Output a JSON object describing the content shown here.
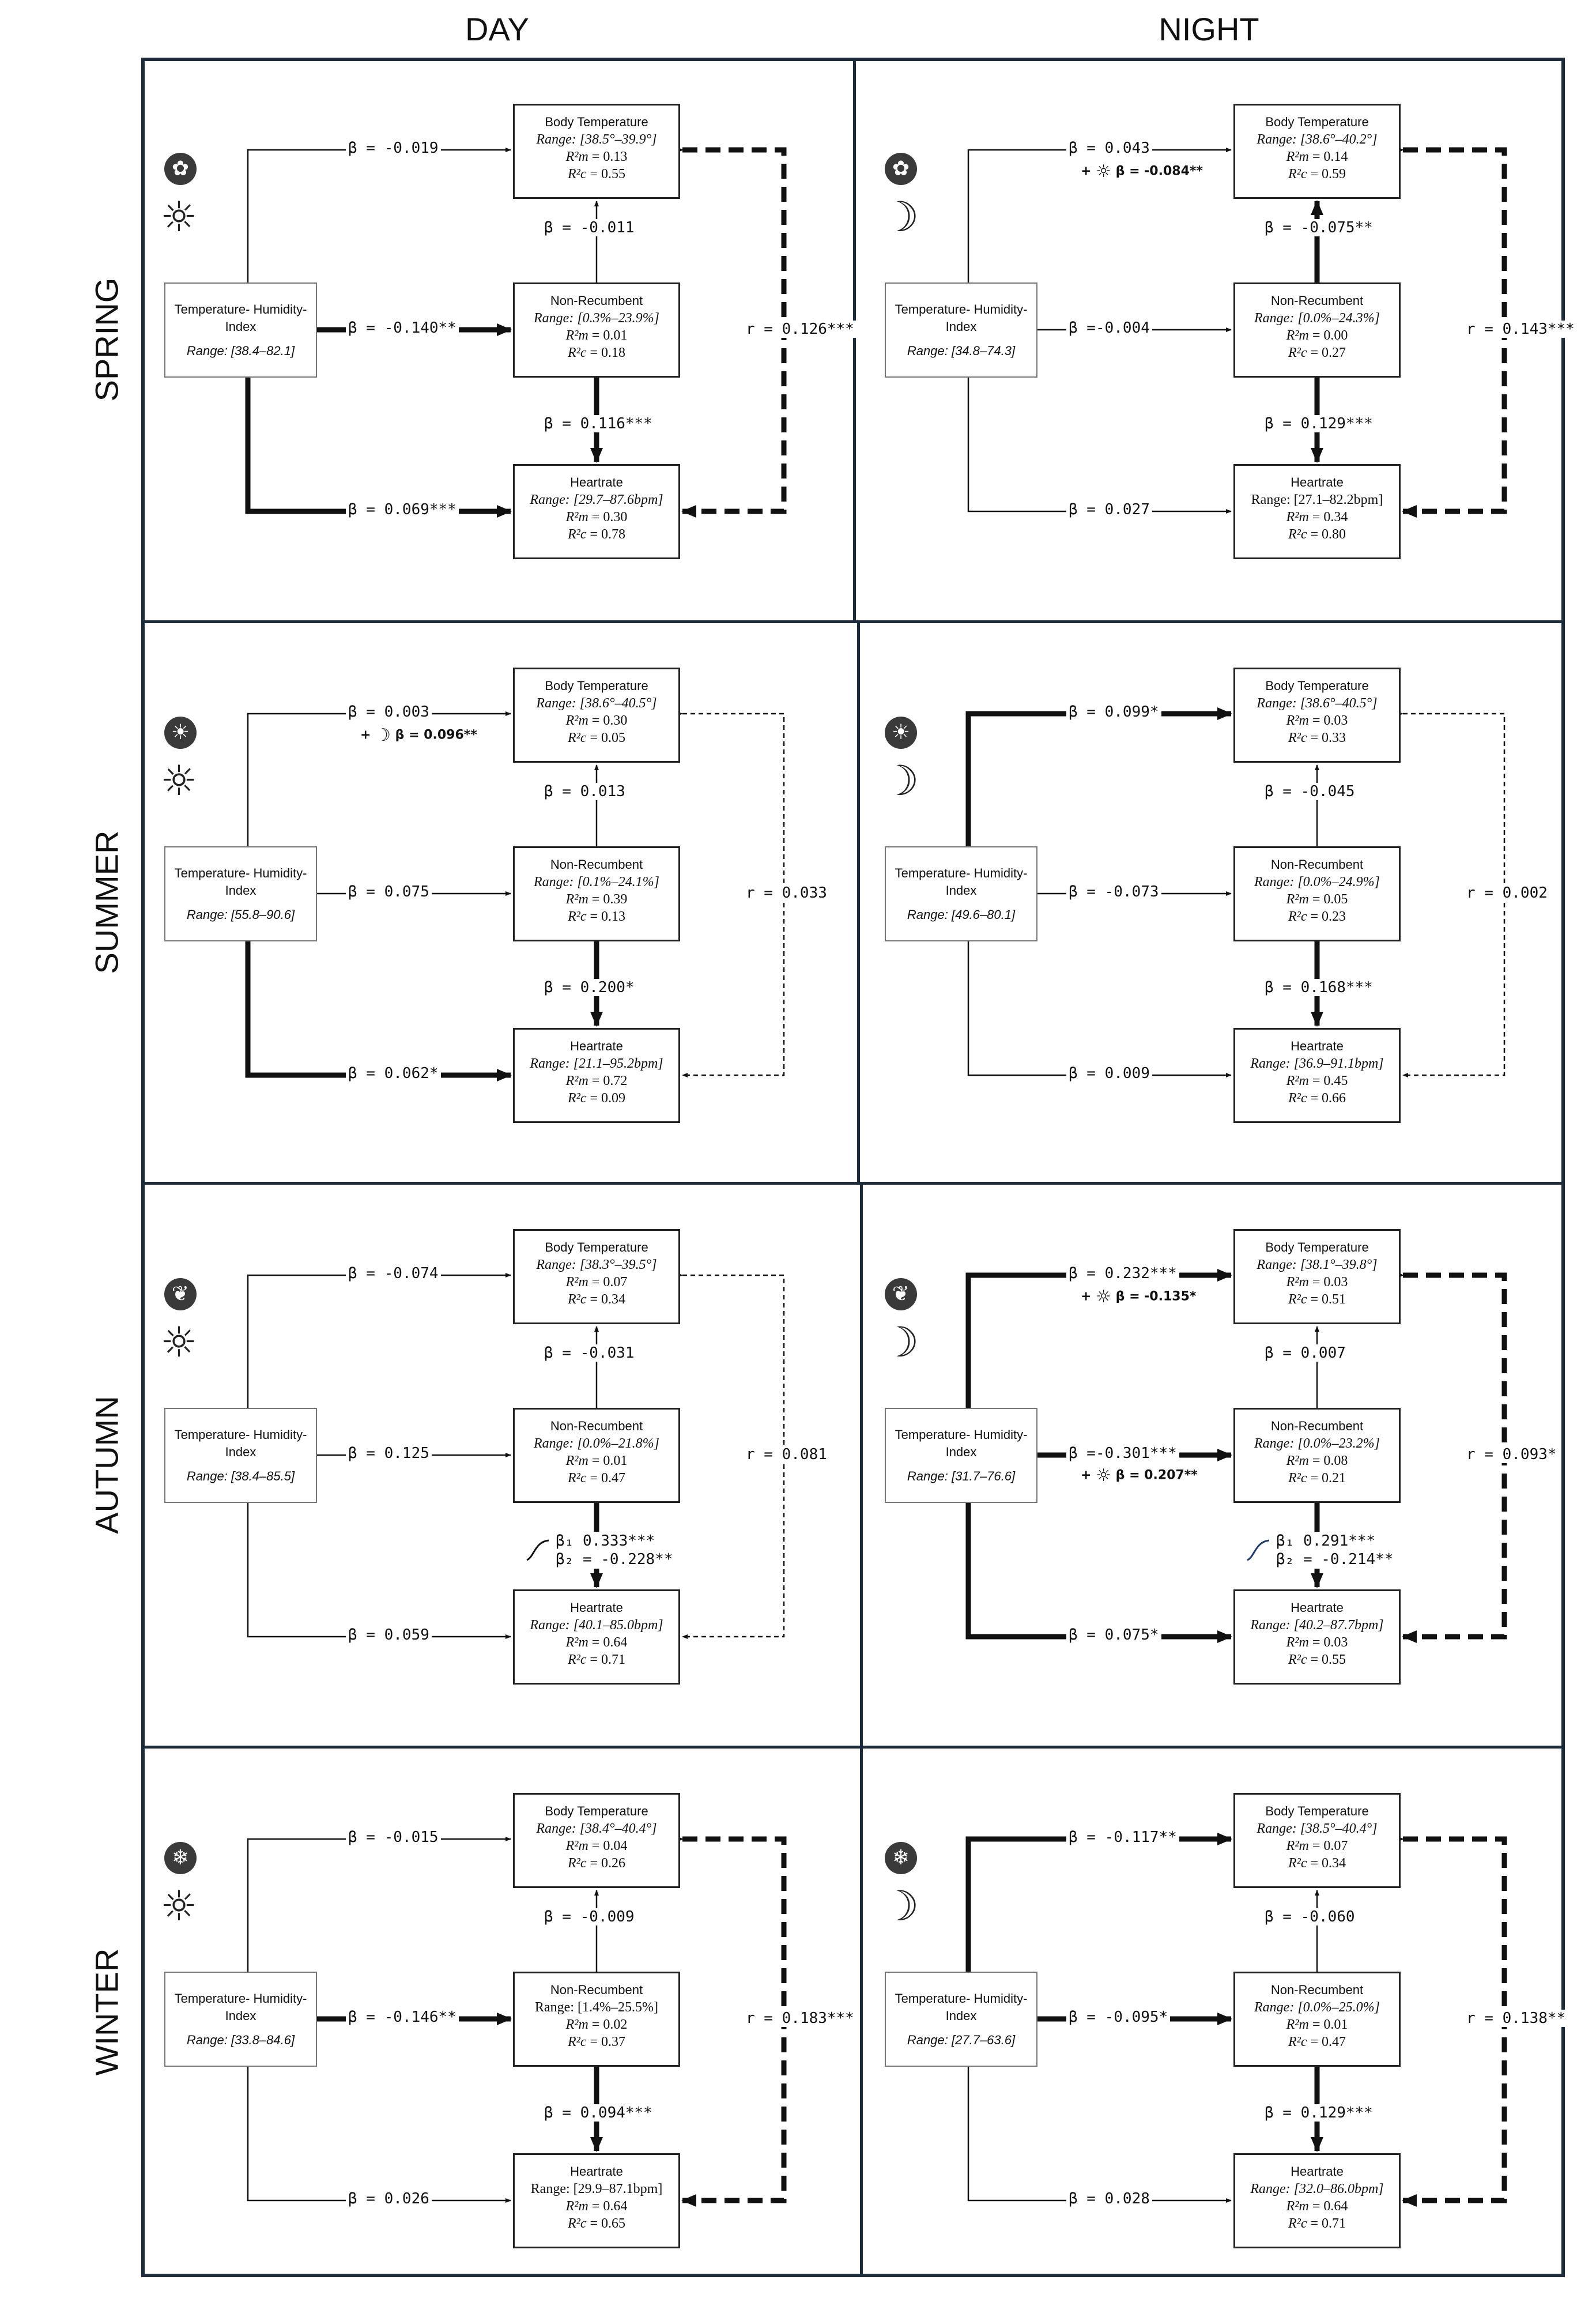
{
  "columns": {
    "day": "DAY",
    "night": "NIGHT"
  },
  "node_labels": {
    "body_temp": "Body Temperature",
    "non_recumbent": "Non-Recumbent",
    "heartrate": "Heartrate",
    "thi_line1": "Temperature- Humidity-",
    "thi_line2": "Index"
  },
  "stat_labels": {
    "rm": "R²m",
    "rc": "R²c"
  },
  "panels": [
    {
      "season": "SPRING",
      "time": "day",
      "season_icon": "flower-icon",
      "time_icon": "sun-icon",
      "thi_range": "Range: [38.4–82.1]",
      "bt": {
        "range": "Range: [38.5°–39.9°]",
        "rm": "= 0.13",
        "rc": "= 0.55"
      },
      "nr": {
        "range": "Range: [0.3%–23.9%]",
        "rm": "= 0.01",
        "rc": "= 0.18"
      },
      "hr": {
        "range": "Range: [29.7–87.6bpm]",
        "rm": "= 0.30",
        "rc": "= 0.78"
      },
      "thi_bt": "β = -0.019",
      "thi_nr": "β = -0.140**",
      "thi_hr": "β = 0.069***",
      "nr_bt": "β = -0.011",
      "nr_hr": "β = 0.116***",
      "r": "r = 0.126***",
      "w": {
        "thi_bt": 1,
        "thi_nr": 3,
        "thi_hr": 3,
        "nr_bt": 1,
        "nr_hr": 3,
        "r": 3
      }
    },
    {
      "season": "SPRING",
      "time": "night",
      "season_icon": "flower-icon",
      "time_icon": "moon-icon",
      "thi_range": "Range: [34.8–74.3]",
      "bt": {
        "range": "Range: [38.6°–40.2°]",
        "rm": "= 0.14",
        "rc": "= 0.59"
      },
      "nr": {
        "range": "Range: [0.0%–24.3%]",
        "rm": "= 0.00",
        "rc": "= 0.27"
      },
      "hr": {
        "range": "Range: [27.1–82.2bpm]",
        "plain": true,
        "rm": "= 0.34",
        "rc": "= 0.80"
      },
      "thi_bt": "β = 0.043",
      "thi_bt_int": "β = -0.084**",
      "thi_bt_int_icon": "☼",
      "thi_nr": "β =-0.004",
      "thi_hr": "β = 0.027",
      "nr_bt": "β = -0.075**",
      "nr_hr": "β = 0.129***",
      "r": "r = 0.143***",
      "w": {
        "thi_bt": 1,
        "thi_nr": 1,
        "thi_hr": 1,
        "nr_bt": 3,
        "nr_hr": 3,
        "r": 3
      }
    },
    {
      "season": "SUMMER",
      "time": "day",
      "season_icon": "sun-badge-icon",
      "time_icon": "sun-icon",
      "thi_range": "Range: [55.8–90.6]",
      "bt": {
        "range": "Range: [38.6°–40.5°]",
        "rm": "= 0.30",
        "rc": "= 0.05"
      },
      "nr": {
        "range": "Range: [0.1%–24.1%]",
        "rm": "= 0.39",
        "rc": "= 0.13"
      },
      "hr": {
        "range": "Range: [21.1–95.2bpm]",
        "rm": "= 0.72",
        "rc": "= 0.09"
      },
      "thi_bt": "β = 0.003",
      "thi_bt_int": "β = 0.096**",
      "thi_bt_int_icon": "☽",
      "thi_nr": "β = 0.075",
      "thi_hr": "β = 0.062*",
      "nr_bt": "β = 0.013",
      "nr_hr": "β = 0.200*",
      "r": "r = 0.033",
      "w": {
        "thi_bt": 1,
        "thi_nr": 1,
        "thi_hr": 3,
        "nr_bt": 1,
        "nr_hr": 3,
        "r": 1
      }
    },
    {
      "season": "SUMMER",
      "time": "night",
      "season_icon": "sun-badge-icon",
      "time_icon": "moon-icon",
      "thi_range": "Range: [49.6–80.1]",
      "bt": {
        "range": "Range: [38.6°–40.5°]",
        "rm": "= 0.03",
        "rc": "= 0.33"
      },
      "nr": {
        "range": "Range: [0.0%–24.9%]",
        "rm": "= 0.05",
        "rc": "= 0.23"
      },
      "hr": {
        "range": "Range: [36.9–91.1bpm]",
        "rm": "= 0.45",
        "rc": "= 0.66"
      },
      "thi_bt": "β = 0.099*",
      "thi_nr": "β = -0.073",
      "thi_hr": "β = 0.009",
      "nr_bt": "β = -0.045",
      "nr_hr": "β = 0.168***",
      "r": "r = 0.002",
      "w": {
        "thi_bt": 3,
        "thi_nr": 1,
        "thi_hr": 1,
        "nr_bt": 1,
        "nr_hr": 3,
        "r": 1
      }
    },
    {
      "season": "AUTUMN",
      "time": "day",
      "season_icon": "leaf-icon",
      "time_icon": "sun-icon",
      "thi_range": "Range: [38.4–85.5]",
      "bt": {
        "range": "Range: [38.3°–39.5°]",
        "rm": "= 0.07",
        "rc": "= 0.34"
      },
      "nr": {
        "range": "Range: [0.0%–21.8%]",
        "rm": "= 0.01",
        "rc": "= 0.47"
      },
      "hr": {
        "range": "Range: [40.1–85.0bpm]",
        "rm": "= 0.64",
        "rc": "= 0.71"
      },
      "thi_bt": "β = -0.074",
      "thi_nr": "β = 0.125",
      "thi_hr": "β = 0.059",
      "nr_bt": "β = -0.031",
      "quad_b1": "β₁   0.333***",
      "quad_b2": "β₂ = -0.228**",
      "r": "r = 0.081",
      "w": {
        "thi_bt": 1,
        "thi_nr": 1,
        "thi_hr": 1,
        "nr_bt": 1,
        "nr_hr": 3,
        "r": 1
      }
    },
    {
      "season": "AUTUMN",
      "time": "night",
      "season_icon": "leaf-icon",
      "time_icon": "moon-icon",
      "thi_range": "Range: [31.7–76.6]",
      "bt": {
        "range": "Range: [38.1°–39.8°]",
        "rm": "= 0.03",
        "rc": "= 0.51"
      },
      "nr": {
        "range": "Range: [0.0%–23.2%]",
        "rm": "= 0.08",
        "rc": "= 0.21"
      },
      "hr": {
        "range": "Range: [40.2–87.7bpm]",
        "rm": "= 0.03",
        "rc": "= 0.55"
      },
      "thi_bt": "β = 0.232***",
      "thi_bt_int": "β = -0.135*",
      "thi_bt_int_icon": "☼",
      "thi_nr": "β =-0.301***",
      "thi_nr_int": "β = 0.207**",
      "thi_nr_int_icon": "☼",
      "thi_hr": "β = 0.075*",
      "nr_bt": "β = 0.007",
      "quad_b1": "β₁   0.291***",
      "quad_b2": "β₂ = -0.214**",
      "r": "r = 0.093*",
      "w": {
        "thi_bt": 3,
        "thi_nr": 3,
        "thi_hr": 3,
        "nr_bt": 1,
        "nr_hr": 3,
        "r": 3
      }
    },
    {
      "season": "WINTER",
      "time": "day",
      "season_icon": "snowflake-icon",
      "time_icon": "sun-icon",
      "thi_range": "Range: [33.8–84.6]",
      "bt": {
        "range": "Range: [38.4°–40.4°]",
        "rm": "= 0.04",
        "rc": "= 0.26"
      },
      "nr": {
        "range": "Range: [1.4%–25.5%]",
        "plain": true,
        "rm": "= 0.02",
        "rc": "= 0.37"
      },
      "hr": {
        "range": "Range: [29.9–87.1bpm]",
        "plain": true,
        "rm": "= 0.64",
        "rc": "= 0.65"
      },
      "thi_bt": "β = -0.015",
      "thi_nr": "β = -0.146**",
      "thi_hr": "β = 0.026",
      "nr_bt": "β = -0.009",
      "nr_hr": "β = 0.094***",
      "r": "r = 0.183***",
      "w": {
        "thi_bt": 1,
        "thi_nr": 3,
        "thi_hr": 1,
        "nr_bt": 1,
        "nr_hr": 3,
        "r": 3
      }
    },
    {
      "season": "WINTER",
      "time": "night",
      "season_icon": "snowflake-icon",
      "time_icon": "moon-icon",
      "thi_range": "Range: [27.7–63.6]",
      "bt": {
        "range": "Range: [38.5°–40.4°]",
        "rm": "= 0.07",
        "rc": "= 0.34"
      },
      "nr": {
        "range": "Range: [0.0%–25.0%]",
        "rm": "= 0.01",
        "rc": "= 0.47"
      },
      "hr": {
        "range": "Range: [32.0–86.0bpm]",
        "rm": "= 0.64",
        "rc": "= 0.71"
      },
      "thi_bt": "β = -0.117**",
      "thi_nr": "β = -0.095*",
      "thi_hr": "β = 0.028",
      "nr_bt": "β = -0.060",
      "nr_hr": "β = 0.129***",
      "r": "r = 0.138**",
      "w": {
        "thi_bt": 3,
        "thi_nr": 3,
        "thi_hr": 1,
        "nr_bt": 1,
        "nr_hr": 3,
        "r": 3
      }
    }
  ]
}
